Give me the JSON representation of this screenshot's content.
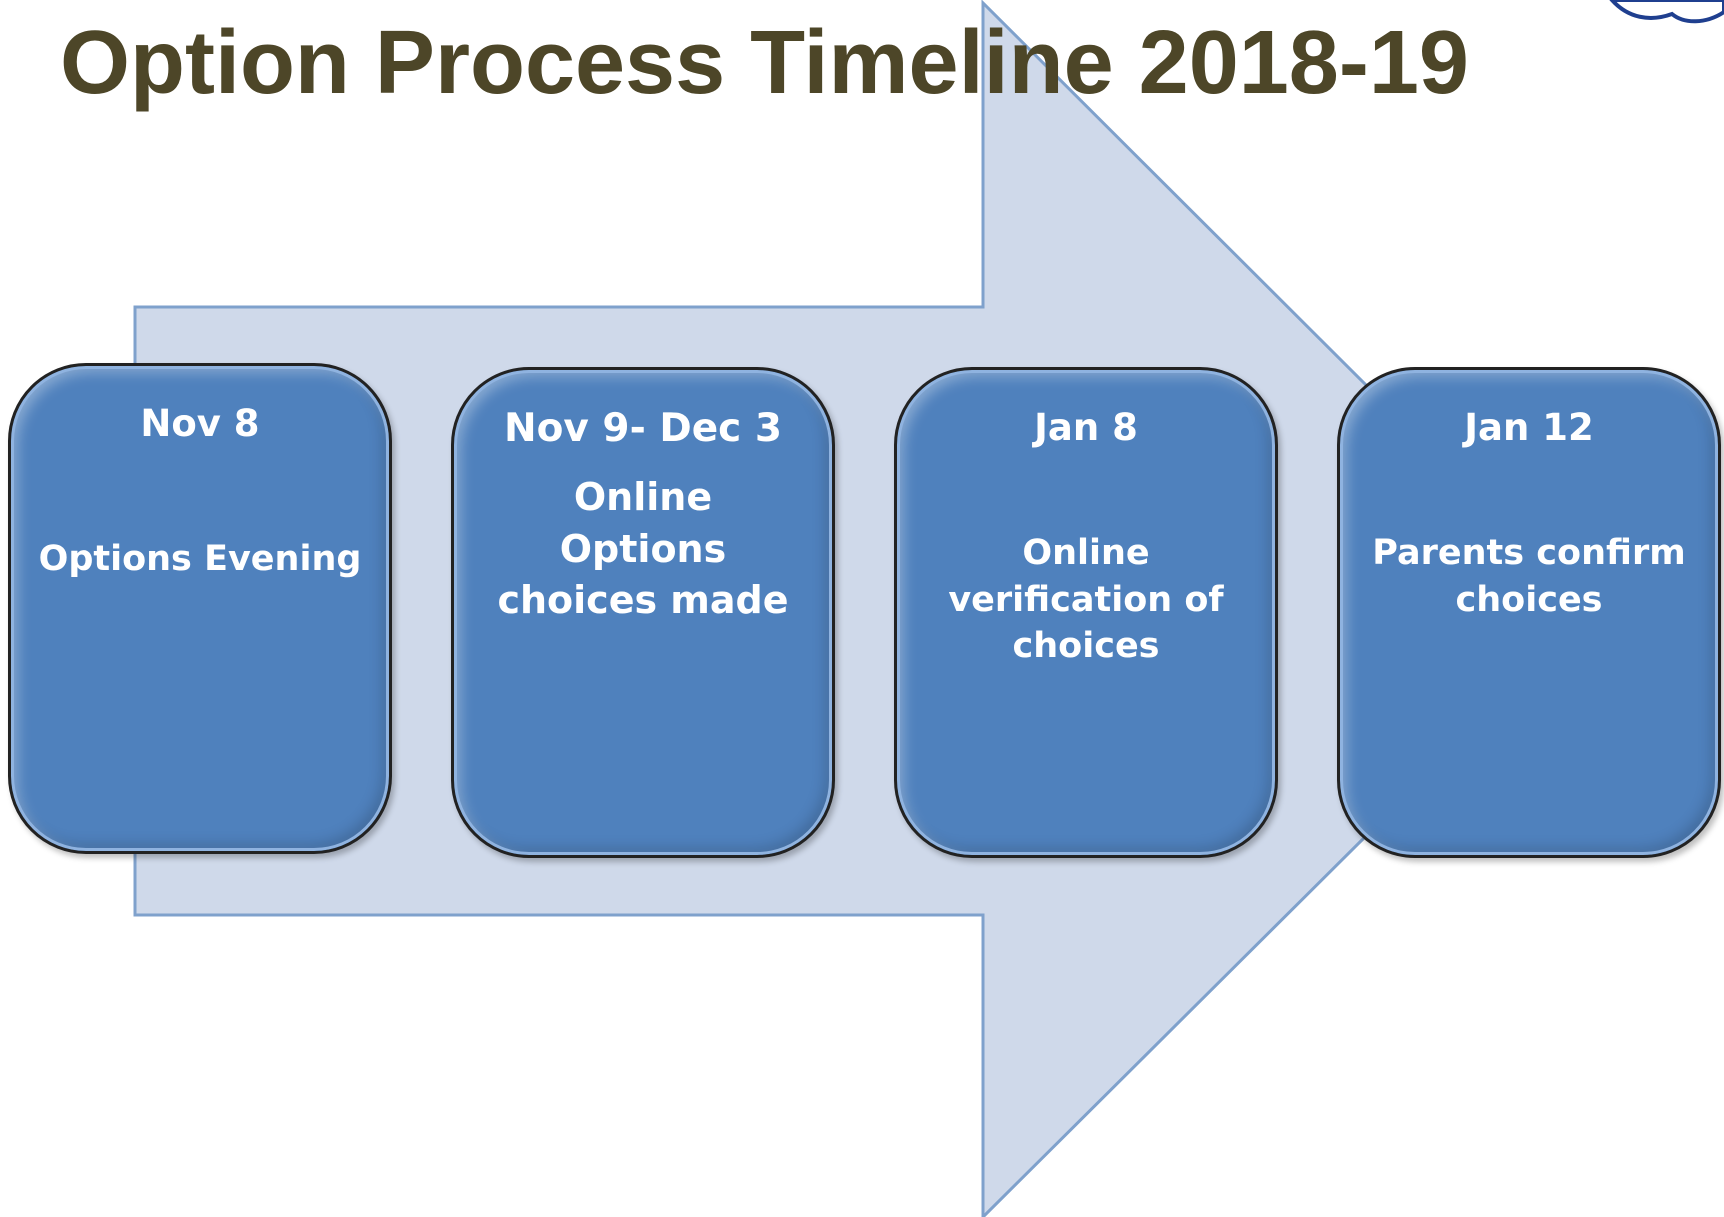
{
  "title": "Option Process Timeline 2018-19",
  "colors": {
    "title": "#4d4628",
    "arrow_fill": "#cfd9ea",
    "arrow_stroke": "#7fa1cc",
    "stage_fill": "#4f81bd",
    "stage_text": "#ffffff"
  },
  "stages": [
    {
      "date": "Nov 8",
      "description": "Options Evening"
    },
    {
      "date": "Nov 9-  Dec 3",
      "description": "Online\nOptions\nchoices made"
    },
    {
      "date": "Jan 8",
      "description": "Online\nverification of\nchoices"
    },
    {
      "date": "Jan 12",
      "description": "Parents confirm\nchoices"
    }
  ],
  "logo": {
    "icon": "school-crest-icon"
  }
}
